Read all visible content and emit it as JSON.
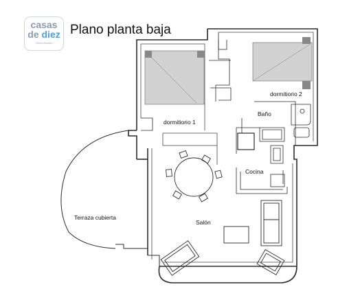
{
  "logo": {
    "line1": "casas",
    "line2_a": "de ",
    "line2_b": "diez",
    "line3": "Olivar Alvarez"
  },
  "title": "Plano planta baja",
  "rooms": {
    "dormitorio1": "dormitiorio 1",
    "dormitorio2": "dormitiorio 2",
    "bano": "Baño",
    "cocina": "Cocina",
    "terraza": "Terraza cubierta",
    "salon": "Salón"
  }
}
